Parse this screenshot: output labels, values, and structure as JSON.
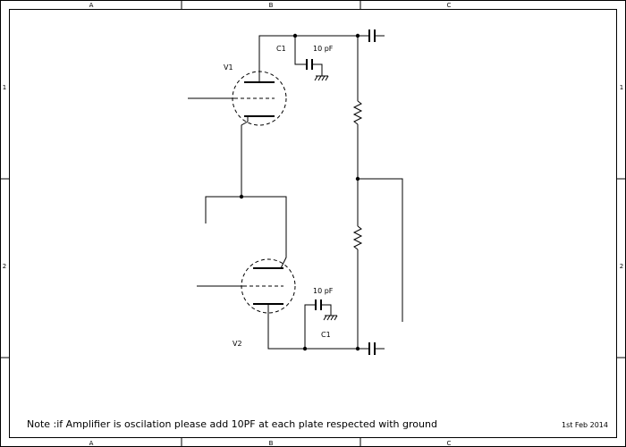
{
  "frame": {
    "columns": [
      "A",
      "B",
      "C"
    ],
    "rows": [
      "1",
      "2"
    ]
  },
  "components": {
    "v1_label": "V1",
    "v2_label": "V2",
    "c1_top_label": "C1",
    "c1_top_value": "10 pF",
    "c1_bottom_label": "C1",
    "c1_bottom_value": "10 pF"
  },
  "note": "Note :if Amplifier is oscilation please add 10PF at each plate respected with ground",
  "date": "1st Feb 2014"
}
